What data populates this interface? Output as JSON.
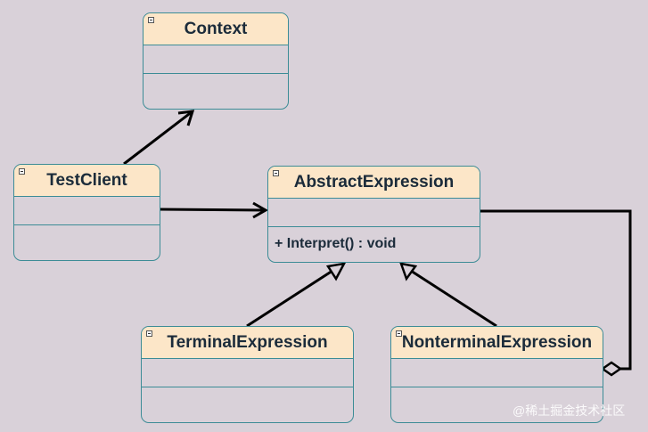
{
  "classes": {
    "context": {
      "name": "Context",
      "methods": []
    },
    "test_client": {
      "name": "TestClient",
      "methods": []
    },
    "abstract_expression": {
      "name": "AbstractExpression",
      "methods": [
        "+ Interpret() : void"
      ]
    },
    "terminal_expression": {
      "name": "TerminalExpression",
      "methods": []
    },
    "nonterminal_expression": {
      "name": "NonterminalExpression",
      "methods": []
    }
  },
  "relations": [
    {
      "from": "TestClient",
      "to": "Context",
      "kind": "association"
    },
    {
      "from": "TestClient",
      "to": "AbstractExpression",
      "kind": "association"
    },
    {
      "from": "TerminalExpression",
      "to": "AbstractExpression",
      "kind": "generalization"
    },
    {
      "from": "NonterminalExpression",
      "to": "AbstractExpression",
      "kind": "generalization"
    },
    {
      "from": "NonterminalExpression",
      "to": "AbstractExpression",
      "kind": "aggregation"
    }
  ],
  "watermark": "@稀土掘金技术社区",
  "colors": {
    "background": "#d9d1d9",
    "header_fill": "#fce6c8",
    "border": "#3c8c96",
    "line": "#000000"
  }
}
